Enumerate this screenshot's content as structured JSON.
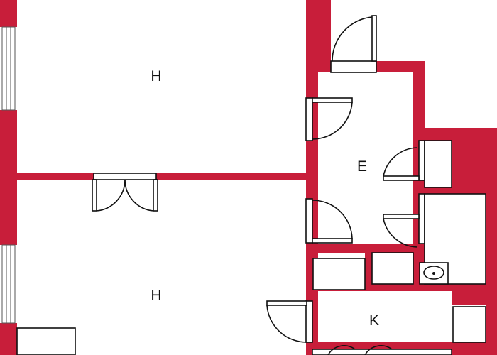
{
  "colors": {
    "wall": "#c81e3a",
    "background": "#ffffff",
    "line": "#111111"
  },
  "rooms": [
    {
      "id": "room-upper-left",
      "label": "H"
    },
    {
      "id": "room-lower-left",
      "label": "H"
    },
    {
      "id": "room-hall",
      "label": "E"
    },
    {
      "id": "room-kitchen",
      "label": "K"
    }
  ]
}
